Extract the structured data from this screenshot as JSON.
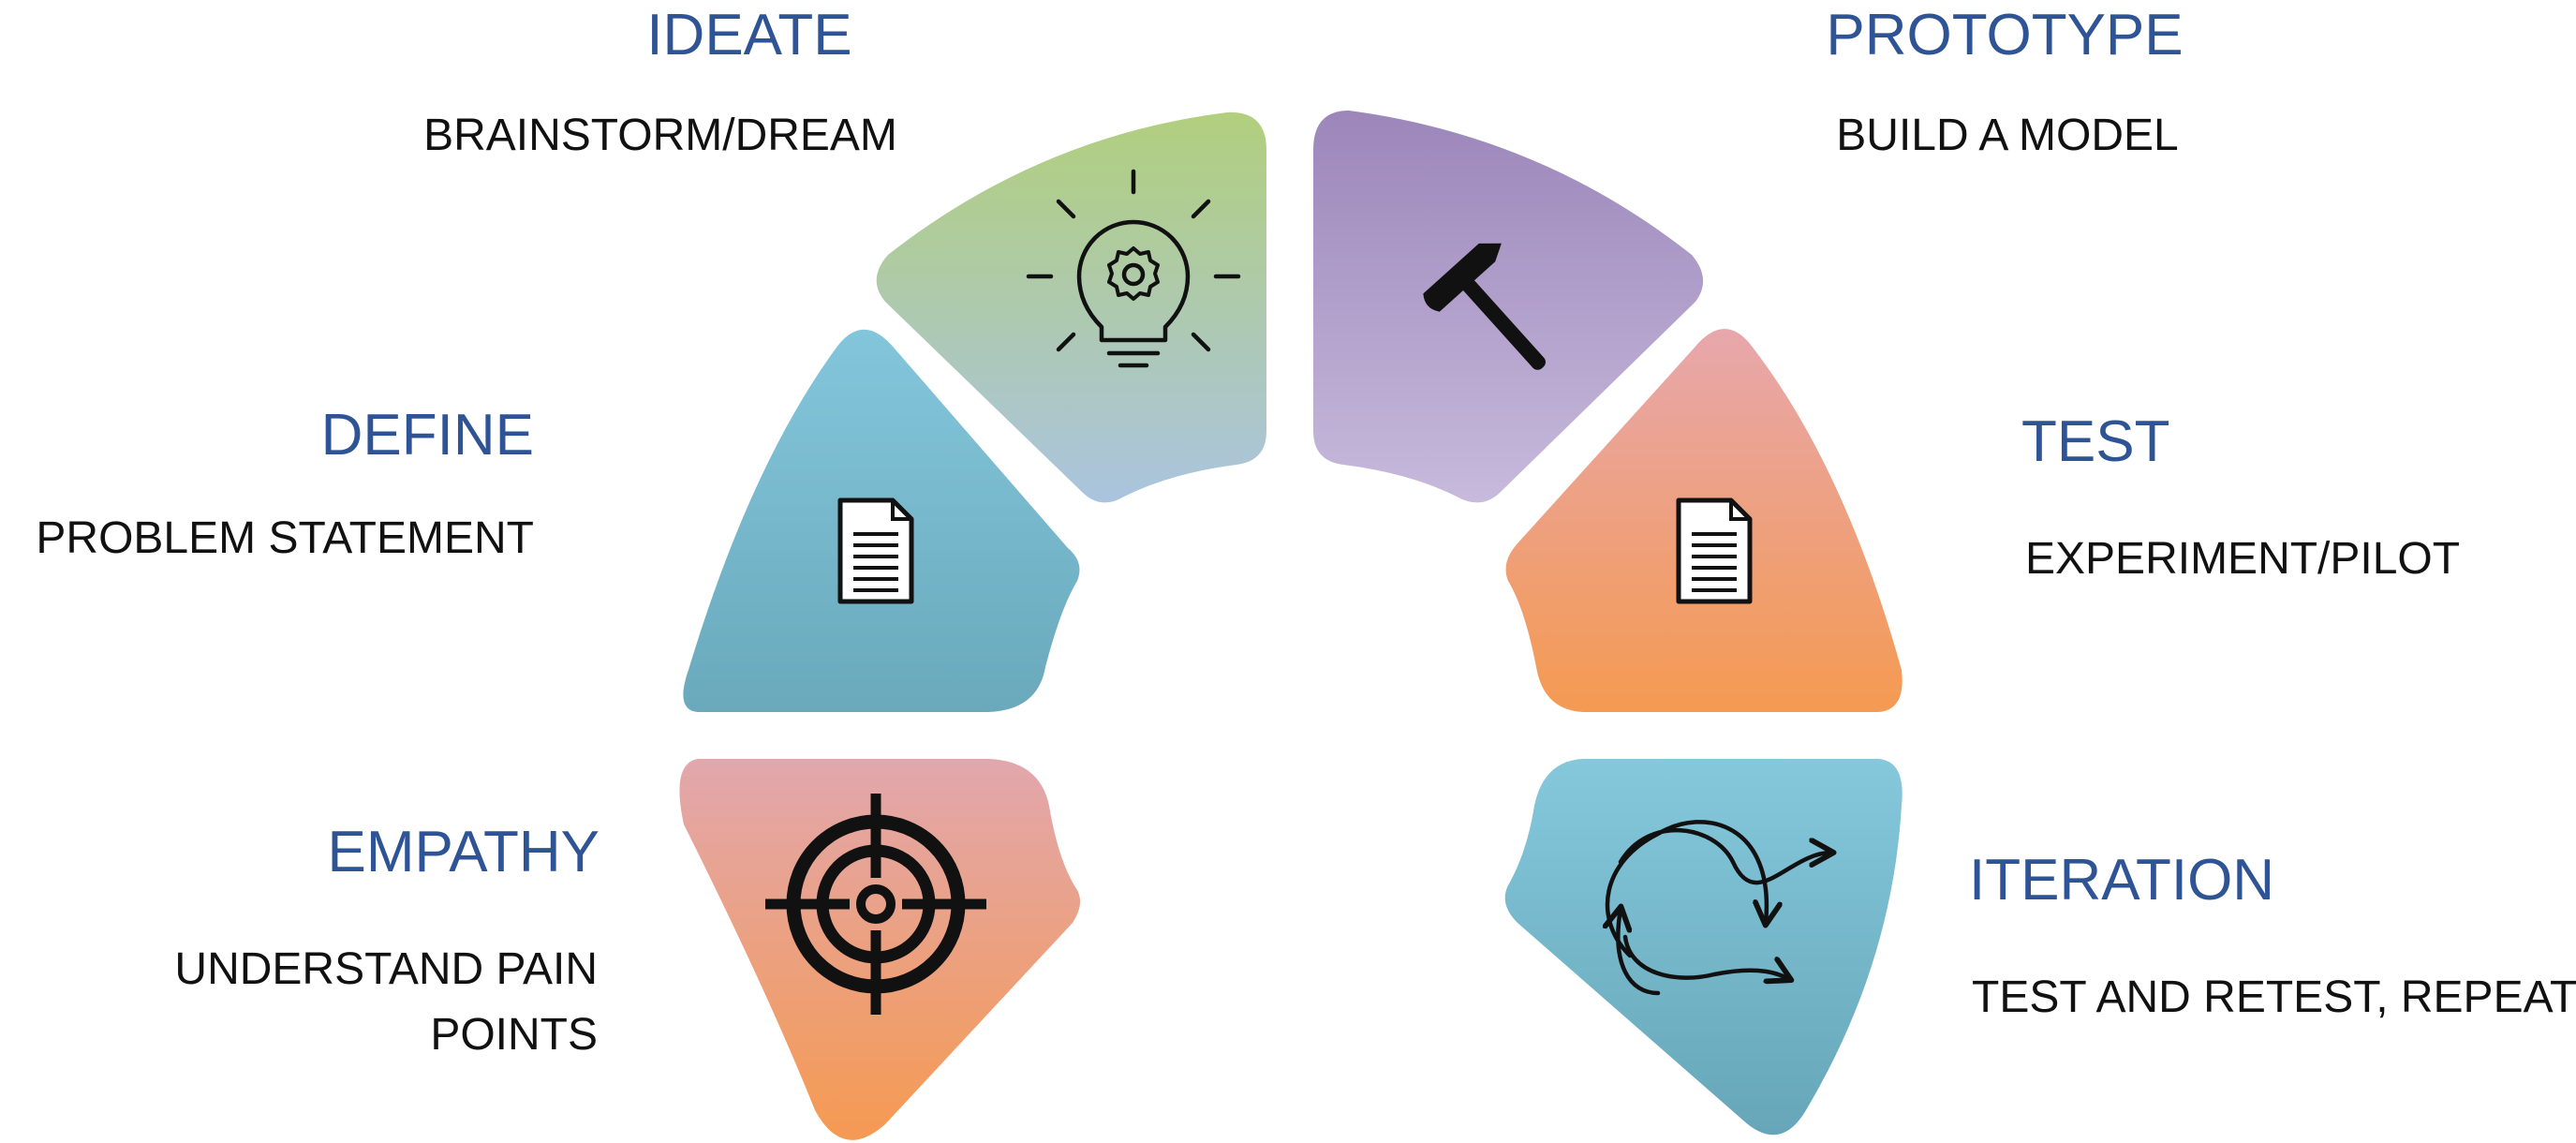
{
  "stages": [
    {
      "id": "empathy",
      "title": "EMPATHY",
      "desc": [
        "UNDERSTAND PAIN",
        "POINTS"
      ],
      "icon": "target-icon",
      "colors": [
        "#e2a7ad",
        "#f59a52"
      ]
    },
    {
      "id": "define",
      "title": "DEFINE",
      "desc": [
        "PROBLEM STATEMENT"
      ],
      "icon": "document-icon",
      "colors": [
        "#83c6db",
        "#6aa9bc"
      ]
    },
    {
      "id": "ideate",
      "title": "IDEATE",
      "desc": [
        "BRAINSTORM/DREAM"
      ],
      "icon": "lightbulb-gear-icon",
      "colors": [
        "#b1cf7d",
        "#aac4df"
      ]
    },
    {
      "id": "prototype",
      "title": "PROTOTYPE",
      "desc": [
        "BUILD A MODEL"
      ],
      "icon": "hammer-icon",
      "colors": [
        "#9c86ba",
        "#c7badc"
      ]
    },
    {
      "id": "test",
      "title": "TEST",
      "desc": [
        "EXPERIMENT/PILOT"
      ],
      "icon": "document-icon",
      "colors": [
        "#e7a7ac",
        "#f59a52"
      ]
    },
    {
      "id": "iteration",
      "title": "ITERATION",
      "desc": [
        "TEST AND RETEST, REPEAT"
      ],
      "icon": "cycle-arrows-icon",
      "colors": [
        "#85c8dc",
        "#66a6b8"
      ]
    }
  ]
}
